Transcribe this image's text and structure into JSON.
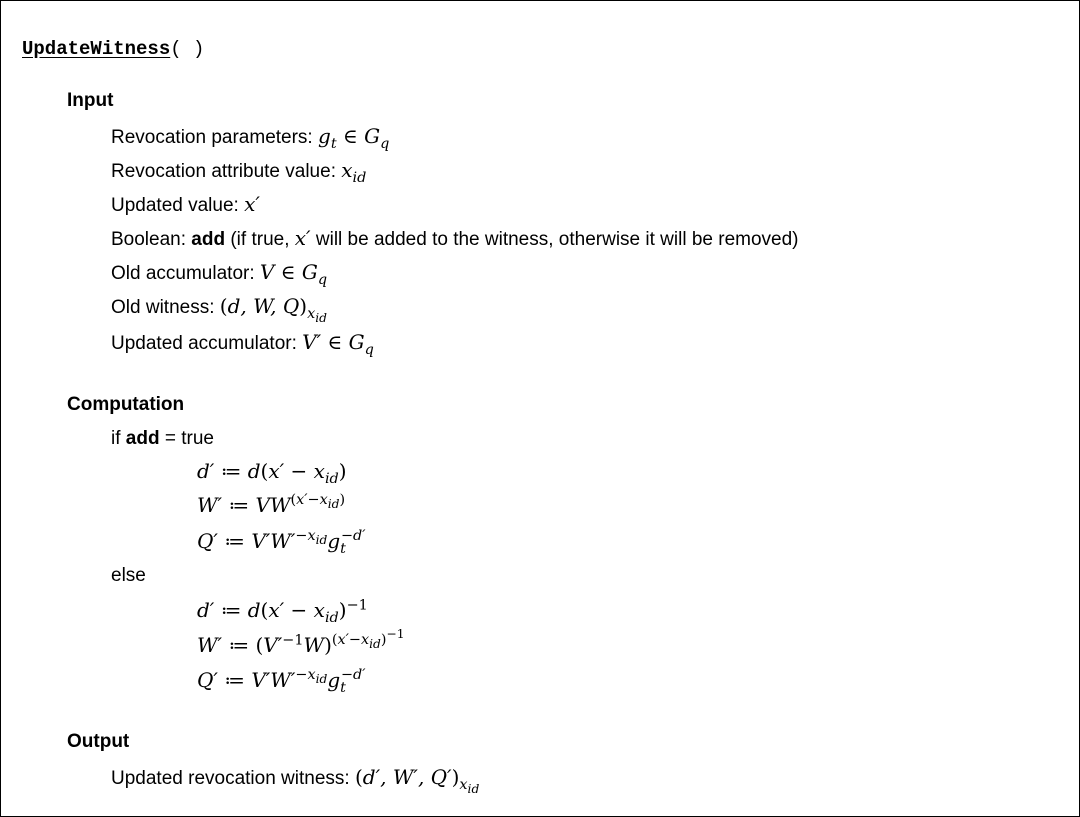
{
  "title": {
    "function_name": "UpdateWitness",
    "parens": "( )"
  },
  "input": {
    "heading": "Input",
    "revocation_parameters_label": "Revocation parameters:",
    "revocation_attribute_label": "Revocation attribute value:",
    "updated_value_label": "Updated value:",
    "boolean_label": "Boolean:",
    "boolean_keyword": "add",
    "boolean_note_pre": "(if true,",
    "boolean_note_post": "will be added to the witness, otherwise it will be removed)",
    "old_accumulator_label": "Old accumulator:",
    "old_witness_label": "Old witness:",
    "updated_accumulator_label": "Updated accumulator:"
  },
  "computation": {
    "heading": "Computation",
    "if_prefix": "if",
    "if_keyword": "add",
    "if_suffix": "= true",
    "else_label": "else"
  },
  "output": {
    "heading": "Output",
    "updated_witness_label": "Updated revocation witness:"
  }
}
